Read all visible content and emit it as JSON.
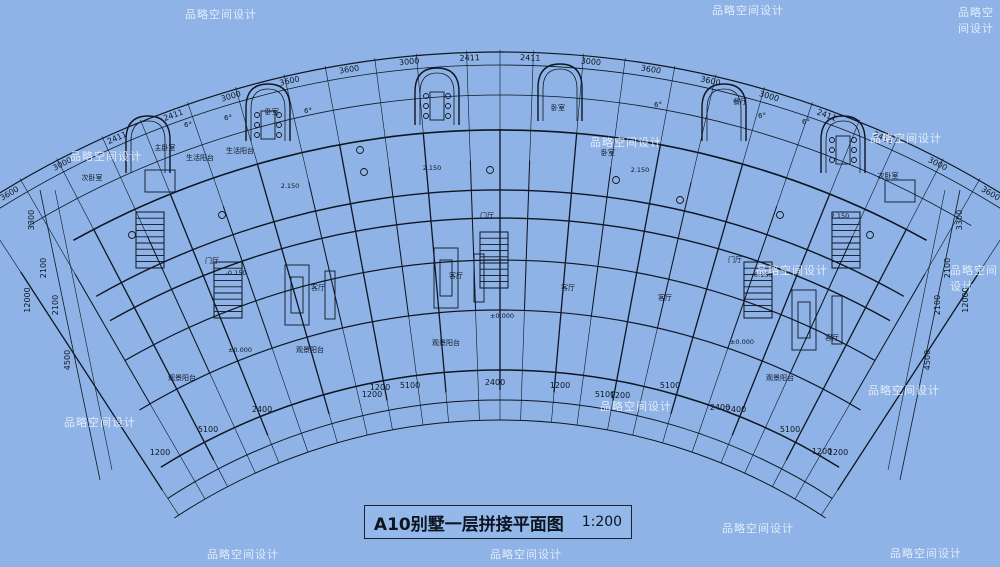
{
  "title": "A10别墅一层拼接平面图",
  "scale": "1:200",
  "watermark": "品略空间设计",
  "colors": {
    "background": "#8fb3e6",
    "line": "#0e1622",
    "watermark": "#ffffff"
  },
  "top_dimensions": [
    "3600",
    "3000",
    "2411",
    "2411",
    "3000",
    "3600",
    "3600",
    "3000",
    "2411",
    "2411",
    "3000",
    "3600",
    "3600",
    "3000",
    "2411",
    "2411",
    "3000",
    "3600"
  ],
  "side_dimensions_left": [
    "3300",
    "2100",
    "12000",
    "2100",
    "4500"
  ],
  "side_dimensions_right": [
    "3300",
    "2100",
    "12000",
    "2100",
    "4500"
  ],
  "bottom_dimensions": [
    "1200",
    "5100",
    "2400",
    "1200",
    "5100",
    "2400",
    "1200",
    "5100",
    "1200",
    "2400",
    "5100",
    "1200",
    "1200",
    "5100",
    "2400",
    "1200"
  ],
  "room_labels": [
    "次卧室",
    "主卧室",
    "生活阳台",
    "生活阳台",
    "卧室",
    "客厅",
    "客厅",
    "客厅",
    "客厅",
    "客厅",
    "观景阳台",
    "观景阳台",
    "观景阳台",
    "观景阳台",
    "门厅",
    "门厅",
    "门厅",
    "餐厅",
    "卧室",
    "次卧室",
    "卧室"
  ],
  "elevation_labels": [
    "±0.000",
    "±0.000",
    "±0.000",
    "-0.150",
    "-0.150",
    "2.150",
    "2.150",
    "2.150",
    "2.150"
  ],
  "annotations": [
    "6°",
    "6°",
    "6°",
    "6°",
    "6°",
    "6°"
  ]
}
